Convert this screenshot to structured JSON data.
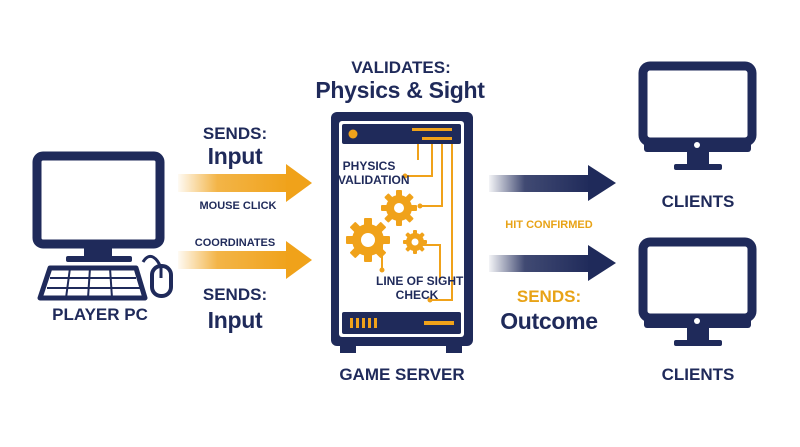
{
  "server": {
    "header_line1": "VALIDATES:",
    "header_line2": "Physics & Sight",
    "physics_label_line1": "PHYSICS",
    "physics_label_line2": "VALIDATION",
    "sight_label_line1": "LINE OF SIGHT",
    "sight_label_line2": "CHECK",
    "caption": "GAME SERVER"
  },
  "player": {
    "caption": "PLAYER PC"
  },
  "inputs": [
    {
      "sends": "SENDS:",
      "what": "Input",
      "detail": "MOUSE CLICK"
    },
    {
      "sends": "SENDS:",
      "what": "Input",
      "detail": "COORDINATES"
    }
  ],
  "outputs": {
    "detail": "HIT CONFIRMED",
    "sends": "SENDS:",
    "what": "Outcome"
  },
  "clients": [
    {
      "caption": "CLIENTS"
    },
    {
      "caption": "CLIENTS"
    }
  ],
  "colors": {
    "navy": "#1f2a5a",
    "orange": "#f0a21a"
  }
}
